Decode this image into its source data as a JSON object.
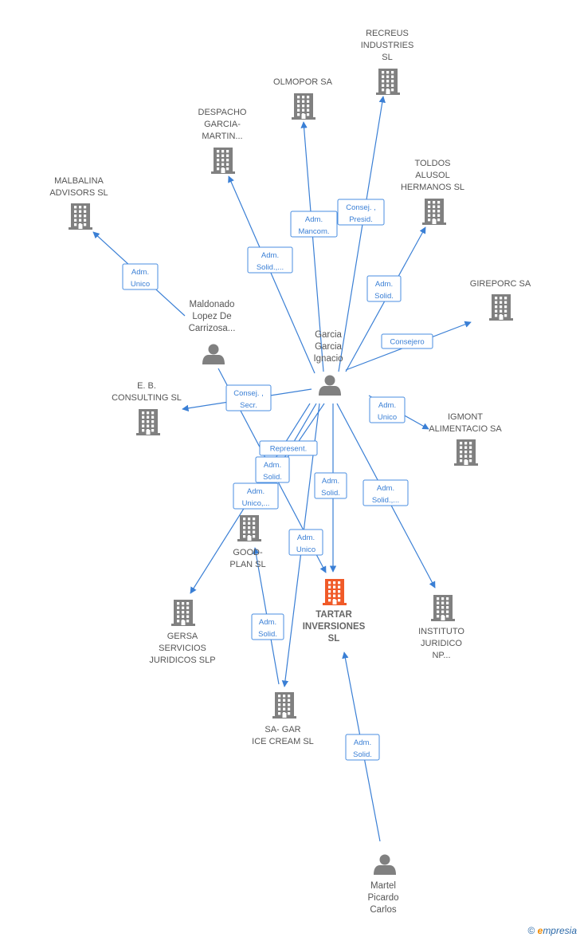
{
  "companies": [
    {
      "id": "recreus",
      "label": [
        "RECREUS",
        "INDUSTRIES",
        "SL"
      ],
      "color": "#808080"
    },
    {
      "id": "olmopor",
      "label": [
        "OLMOPOR SA"
      ],
      "color": "#808080"
    },
    {
      "id": "despacho",
      "label": [
        "DESPACHO",
        "GARCIA-",
        "MARTIN..."
      ],
      "color": "#808080"
    },
    {
      "id": "malbalina",
      "label": [
        "MALBALINA",
        "ADVISORS  SL"
      ],
      "color": "#808080"
    },
    {
      "id": "toldos",
      "label": [
        "TOLDOS",
        "ALUSOL",
        "HERMANOS  SL"
      ],
      "color": "#808080"
    },
    {
      "id": "gireporc",
      "label": [
        "GIREPORC SA"
      ],
      "color": "#808080"
    },
    {
      "id": "eb",
      "label": [
        "E. B.",
        "CONSULTING SL"
      ],
      "color": "#808080"
    },
    {
      "id": "igmont",
      "label": [
        "IGMONT",
        "ALIMENTACIO SA"
      ],
      "color": "#808080"
    },
    {
      "id": "goodplan",
      "label": [
        "GOOD-",
        "PLAN  SL"
      ],
      "color": "#808080"
    },
    {
      "id": "tartar",
      "label": [
        "TARTAR",
        "INVERSIONES",
        "SL"
      ],
      "color": "#f05a28",
      "main": true
    },
    {
      "id": "instituto",
      "label": [
        "INSTITUTO",
        "JURIDICO",
        "NP..."
      ],
      "color": "#808080"
    },
    {
      "id": "gersa",
      "label": [
        "GERSA",
        "SERVICIOS",
        "JURIDICOS SLP"
      ],
      "color": "#808080"
    },
    {
      "id": "sagar",
      "label": [
        "SA- GAR",
        "ICE CREAM  SL"
      ],
      "color": "#808080"
    }
  ],
  "persons": [
    {
      "id": "garcia",
      "label": [
        "Garcia",
        "Garcia",
        "Ignacio"
      ]
    },
    {
      "id": "maldonado",
      "label": [
        "Maldonado",
        "Lopez De",
        "Carrizosa..."
      ]
    },
    {
      "id": "martel",
      "label": [
        "Martel",
        "Picardo",
        "Carlos"
      ]
    }
  ],
  "edges": [
    {
      "from": "garcia",
      "to": "recreus",
      "label": [
        "Consej. ,",
        "Presid."
      ]
    },
    {
      "from": "garcia",
      "to": "olmopor",
      "label": [
        "Adm.",
        "Mancom."
      ]
    },
    {
      "from": "garcia",
      "to": "despacho",
      "label": [
        "Adm.",
        "Solid.,..."
      ]
    },
    {
      "from": "maldonado",
      "to": "malbalina",
      "label": [
        "Adm.",
        "Unico"
      ]
    },
    {
      "from": "garcia",
      "to": "toldos",
      "label": [
        "Adm.",
        "Solid."
      ]
    },
    {
      "from": "garcia",
      "to": "gireporc",
      "label": [
        "Consejero"
      ]
    },
    {
      "from": "garcia",
      "to": "eb",
      "label": [
        "Consej. ,",
        "Secr."
      ]
    },
    {
      "from": "garcia",
      "to": "igmont",
      "label": [
        "Adm.",
        "Unico"
      ]
    },
    {
      "from": "garcia",
      "to": "tartar",
      "label": [
        "Represent."
      ]
    },
    {
      "from": "garcia",
      "to": "goodplan",
      "label": [
        "Adm.",
        "Solid."
      ]
    },
    {
      "from": "garcia",
      "to": "gersa",
      "label": [
        "Adm.",
        "Unico,..."
      ]
    },
    {
      "from": "garcia",
      "to": "tartar",
      "label": [
        "Adm.",
        "Solid."
      ]
    },
    {
      "from": "garcia",
      "to": "instituto",
      "label": [
        "Adm.",
        "Solid.,..."
      ]
    },
    {
      "from": "garcia",
      "to": "sagar",
      "label": [
        "Adm.",
        "Unico"
      ]
    },
    {
      "from": "sagar",
      "to": "goodplan",
      "label": [
        "Adm.",
        "Solid."
      ]
    },
    {
      "from": "martel",
      "to": "tartar",
      "label": [
        "Adm.",
        "Solid."
      ]
    },
    {
      "from": "maldonado",
      "to": "tartar",
      "label": []
    }
  ],
  "watermark": {
    "copyright": "©",
    "brand_e": "e",
    "brand_rest": "mpresia"
  },
  "colors": {
    "edge": "#3a7fd5",
    "building": "#808080",
    "building_main": "#f05a28",
    "person": "#808080"
  }
}
